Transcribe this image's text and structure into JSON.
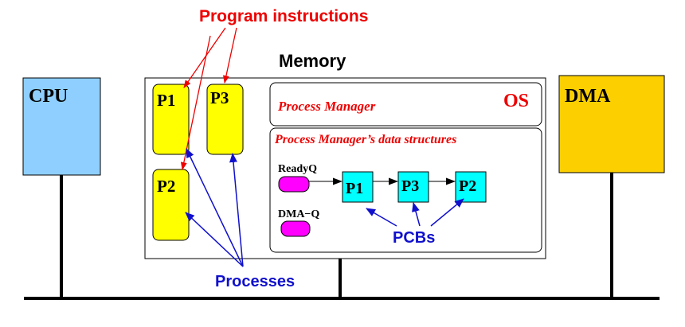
{
  "labels": {
    "program_instructions": "Program instructions",
    "memory": "Memory",
    "cpu": "CPU",
    "dma": "DMA",
    "os": "OS",
    "process_manager": "Process Manager",
    "pm_data_structures": "Process Manager’s data structures",
    "readyq": "ReadyQ",
    "dmaq": "DMA−Q",
    "pcbs": "PCBs",
    "processes": "Processes"
  },
  "processes": [
    "P1",
    "P3",
    "P2"
  ],
  "pcb_chain": [
    "P1",
    "P3",
    "P2"
  ],
  "colors": {
    "cpu": "#8ecfff",
    "dma": "#fccf00",
    "process": "#ffff00",
    "pcb": "#00ffff",
    "queue": "#ff00ff",
    "red_label": "#ee0000",
    "blue_label": "#1010cc"
  }
}
